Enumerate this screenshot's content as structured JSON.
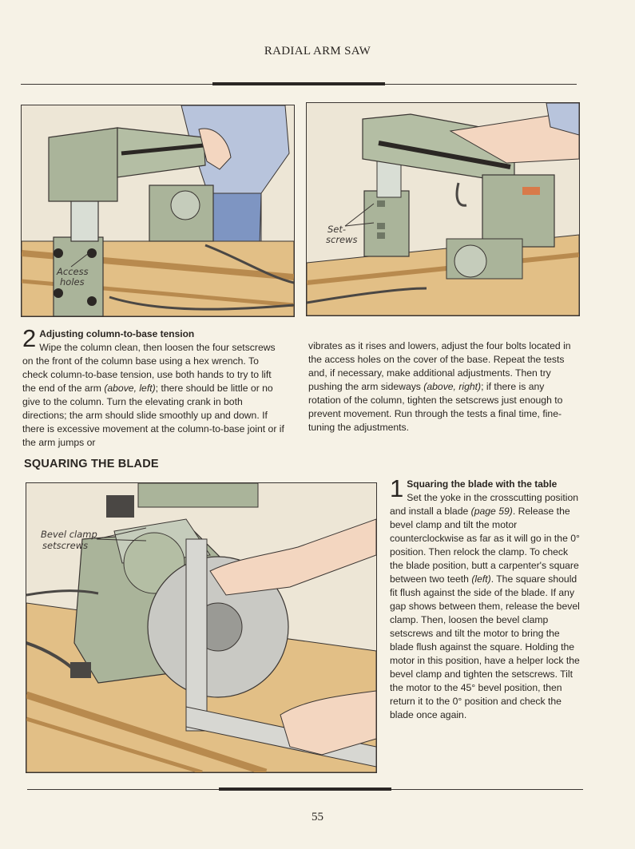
{
  "running_head": "RADIAL ARM SAW",
  "figure_top_left": {
    "callout": [
      "Access",
      "holes"
    ]
  },
  "figure_top_right": {
    "callout": [
      "Set-",
      "screws"
    ]
  },
  "step2": {
    "number": "2",
    "heading": "Adjusting column-to-base tension",
    "left_text_1": "Wipe the column clean, then loosen the four setscrews on the front of the column base using a hex wrench. To check column-to-base tension, use both hands to try to lift the end of the arm ",
    "left_ref_1": "(above, left)",
    "left_text_2": "; there should be little or no give to the column. Turn the elevating crank in both directions; the arm should slide smoothly up and down. If there is excessive movement at the column-to-base joint or if the arm jumps or",
    "right_text_1": "vibrates as it rises and lowers, adjust the four bolts located in the access holes on the cover of the base. Repeat the tests and, if necessary, make additional adjustments. Then try pushing the arm sideways ",
    "right_ref_1": "(above, right)",
    "right_text_2": "; if there is any rotation of the column, tighten the setscrews just enough to prevent movement. Run through the tests a final time, fine-tuning the adjustments."
  },
  "section_title": "SQUARING THE BLADE",
  "figure_bottom": {
    "callout": [
      "Bevel clamp",
      "setscrews"
    ]
  },
  "step1": {
    "number": "1",
    "heading": "Squaring the blade with the table",
    "text_1": "Set the yoke in the crosscutting position and install a blade ",
    "ref_1": "(page 59)",
    "text_2": ". Release the bevel clamp and tilt the motor counterclockwise as far as it will go in the 0° position. Then relock the clamp. To check the blade position, butt a carpenter's square between two teeth ",
    "ref_2": "(left)",
    "text_3": ". The square should fit flush against the side of the blade. If any gap shows between them, release the bevel clamp. Then, loosen the bevel clamp setscrews and tilt the motor to bring the blade flush against the square. Holding the motor in this position, have a helper lock the bevel clamp and tighten the setscrews. Tilt the motor to the 45° bevel position, then return it to the 0° position and check the blade once again."
  },
  "folio": "55",
  "colors": {
    "paper": "#f6f2e6",
    "illustration_bg": "#ede6d6",
    "saw_green": "#aab49a",
    "wood": "#e2bf86",
    "shirt_blue": "#b8c4dc",
    "skin": "#f3d6c0"
  }
}
